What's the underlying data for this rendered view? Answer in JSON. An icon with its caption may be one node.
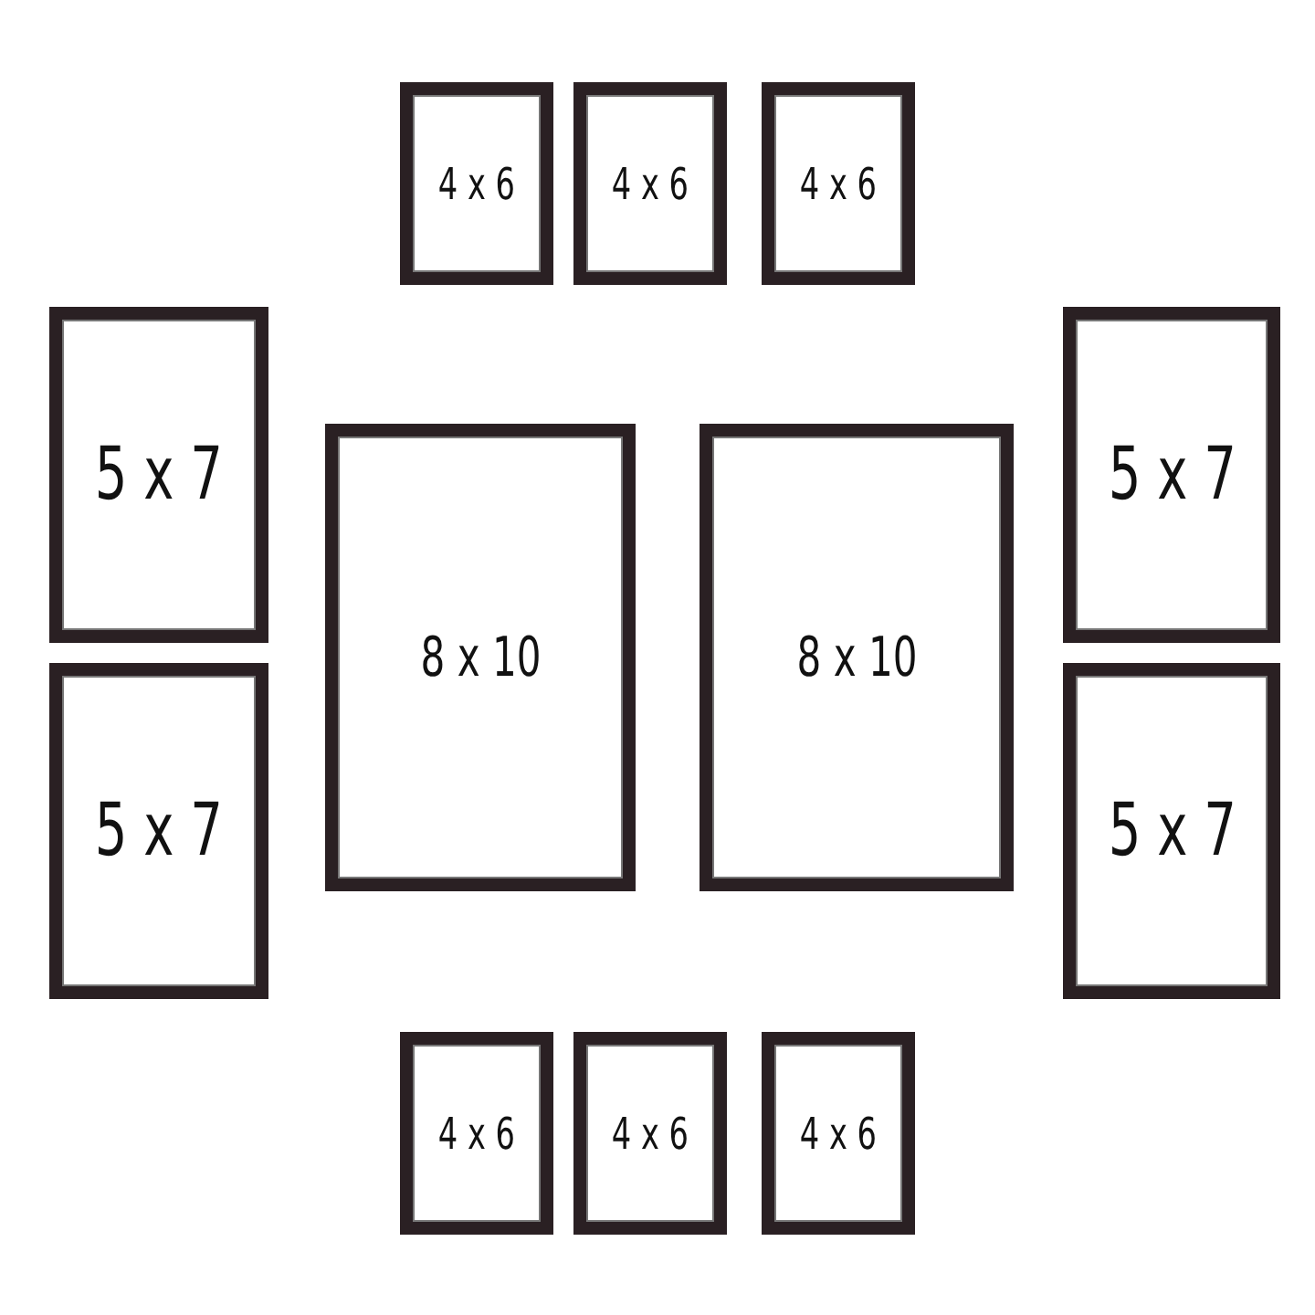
{
  "diagram": {
    "nodes": [
      {
        "text": [
          "4 x 6"
        ]
      },
      {
        "text": [
          "4 x 6"
        ]
      },
      {
        "text": [
          "4 x 6"
        ]
      },
      {
        "text": [
          "5 x 7"
        ]
      },
      {
        "text": [
          "8 x 10"
        ]
      },
      {
        "text": [
          "8 x 10"
        ]
      },
      {
        "text": [
          "5 x 7"
        ]
      },
      {
        "text": [
          "5 x 7"
        ]
      },
      {
        "text": [
          "5 x 7"
        ]
      },
      {
        "text": [
          "4 x 6"
        ]
      },
      {
        "text": [
          "4 x 6"
        ]
      },
      {
        "text": [
          "4 x 6"
        ]
      }
    ]
  }
}
